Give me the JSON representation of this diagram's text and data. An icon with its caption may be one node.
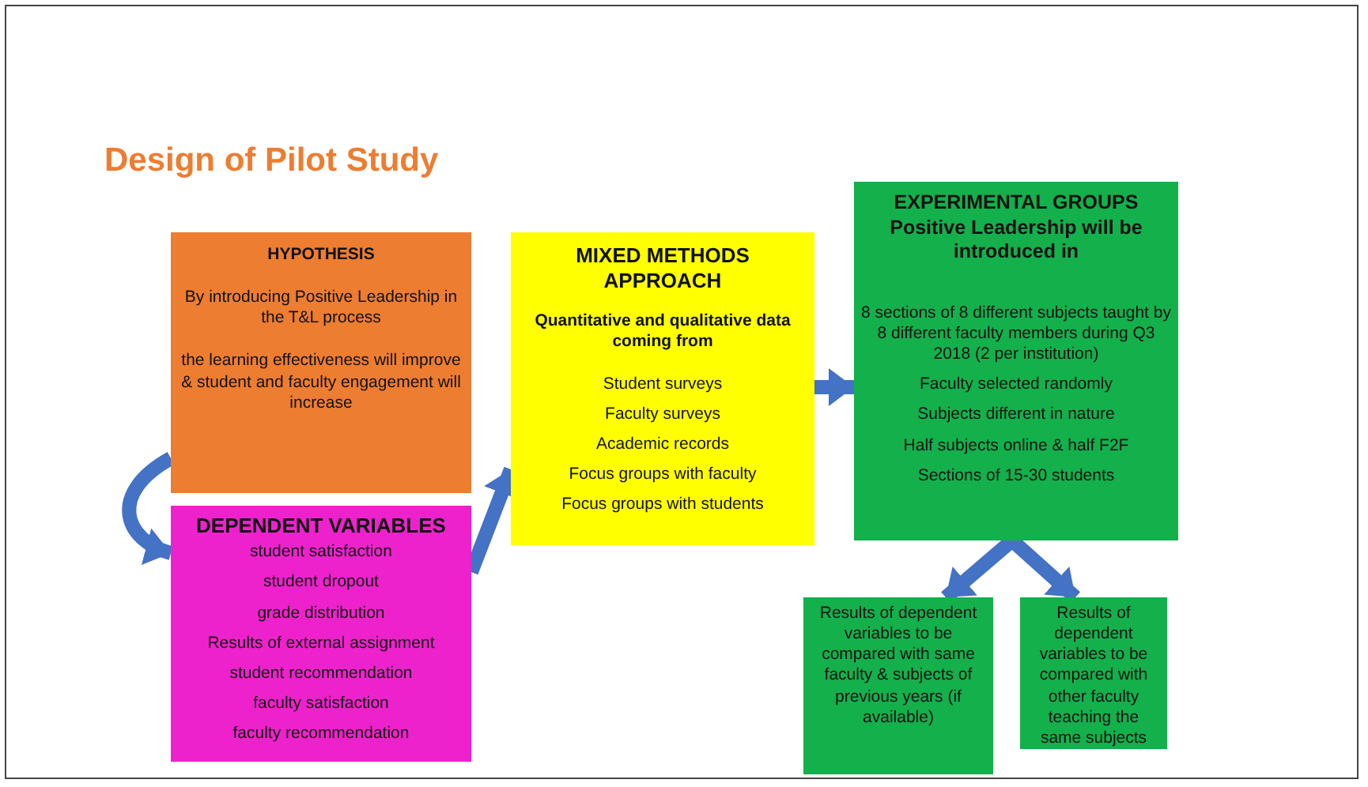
{
  "diagram": {
    "title": "Design of Pilot Study",
    "nodes": [
      {
        "text": [
          "HYPOTHESIS",
          "By introducing Positive Leadership in the T&L process",
          "the learning effectiveness will improve & student and faculty engagement will increase"
        ]
      },
      {
        "text": [
          "DEPENDENT VARIABLES",
          "student satisfaction",
          "student dropout",
          "grade distribution",
          "Results of external assignment",
          "student recommendation",
          "faculty satisfaction",
          "faculty recommendation"
        ]
      },
      {
        "text": [
          "MIXED METHODS APPROACH",
          "Quantitative and qualitative data coming from",
          "Student surveys",
          "Faculty surveys",
          "Academic records",
          "Focus groups with faculty",
          "Focus groups with students"
        ]
      },
      {
        "text": [
          "EXPERIMENTAL GROUPS",
          "Positive Leadership will be introduced in",
          "8 sections of 8 different subjects taught by 8 different faculty members during Q3 2018 (2 per institution)",
          "Faculty selected randomly",
          "Subjects different in nature",
          "Half subjects online & half F2F",
          "Sections of 15-30 students"
        ]
      },
      {
        "text": [
          "Results of dependent variables to be compared with same faculty & subjects of previous years (if available)"
        ]
      },
      {
        "text": [
          "Results of dependent variables to be compared with other faculty teaching the same subjects"
        ]
      }
    ],
    "edges": [
      {
        "from": 0,
        "to": 1,
        "arrow": "to"
      },
      {
        "from": 1,
        "to": 2,
        "arrow": "to"
      },
      {
        "from": 2,
        "to": 3,
        "arrow": "to"
      },
      {
        "from": 3,
        "to": 4,
        "arrow": "to"
      },
      {
        "from": 3,
        "to": 5,
        "arrow": "to"
      }
    ]
  }
}
